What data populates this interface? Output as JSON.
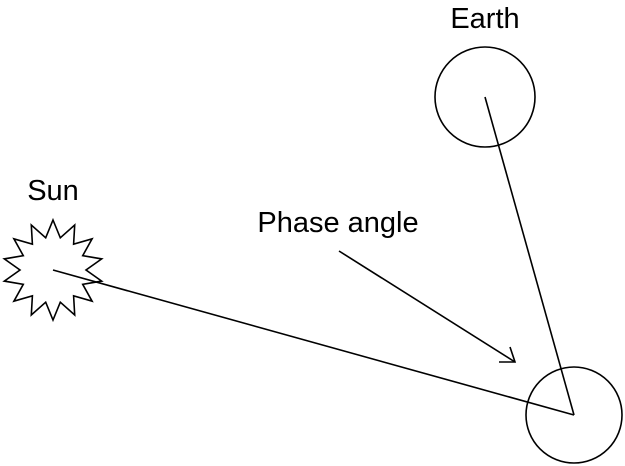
{
  "labels": {
    "earth": "Earth",
    "sun": "Sun",
    "phase_angle": "Phase angle"
  },
  "colors": {
    "stroke": "#000000",
    "background": "#ffffff"
  },
  "icons": {
    "sun": "sun-starburst-icon",
    "earth": "earth-circle-icon",
    "object": "observed-body-circle-icon"
  }
}
